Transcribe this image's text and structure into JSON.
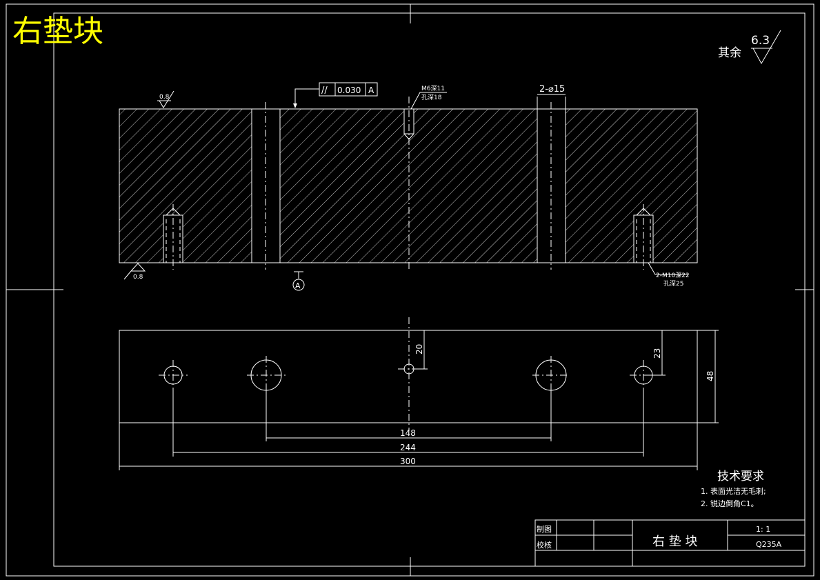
{
  "title": "右垫块",
  "surface_roughness": {
    "prefix": "其余",
    "value": "6.3"
  },
  "tolerance_frame": {
    "symbol": "//",
    "value": "0.030",
    "datum": "A"
  },
  "roughness_top": "0.8",
  "roughness_bottom": "0.8",
  "note_tapped_hole": [
    "M6深11",
    "孔深18"
  ],
  "note_holes": "2-⌀15",
  "note_bottom_holes": [
    "2-M10深22",
    "孔深25"
  ],
  "datum_label": "A",
  "dims": {
    "d148": "148",
    "d244": "244",
    "d300": "300",
    "d48": "48",
    "d20": "20",
    "d23": "23"
  },
  "tech_requirements": {
    "heading": "技术要求",
    "items": [
      "1.  表面光洁无毛刺;",
      "2.  锐边倒角C1。"
    ]
  },
  "title_block": {
    "label_drawn": "制图",
    "label_checked": "校核",
    "part_name": "右 垫 块",
    "scale": "1: 1",
    "material": "Q235A"
  }
}
